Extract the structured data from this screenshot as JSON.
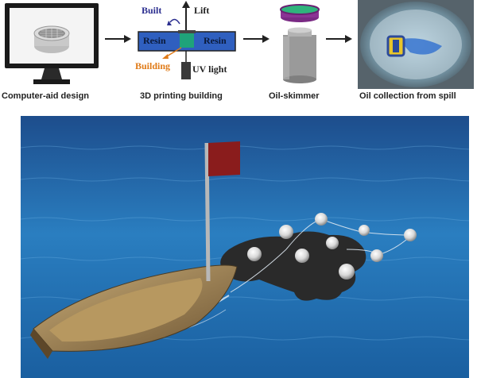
{
  "workflow": {
    "step1": {
      "caption": "Computer-aid design"
    },
    "step2": {
      "caption": "3D printing building",
      "labels": {
        "built": "Built",
        "lift": "Lift",
        "resin_left": "Resin",
        "resin_right": "Resin",
        "building": "Building",
        "uv_light": "UV light"
      }
    },
    "step3": {
      "caption": "Oil-skimmer"
    },
    "step4": {
      "caption": "Oil collection from spill"
    }
  },
  "colors": {
    "resin_blue": "#2f5fbf",
    "built_green": "#1fa37a",
    "built_label": "#2b2e8f",
    "building_label": "#e07b18",
    "sea": "#1f6fb0",
    "flag": "#8a1c1c",
    "oil_slick": "#2a2a2a",
    "boat": "#8a7046"
  }
}
